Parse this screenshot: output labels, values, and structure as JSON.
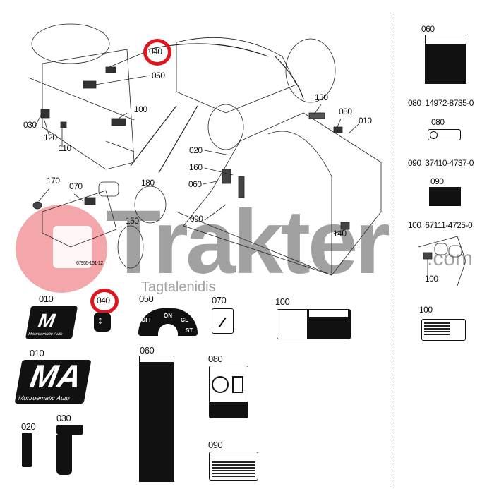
{
  "diagram": {
    "callouts": [
      "040",
      "050",
      "100",
      "030",
      "120",
      "110",
      "130",
      "080",
      "010",
      "020",
      "160",
      "060",
      "090",
      "140",
      "170",
      "070",
      "180",
      "150"
    ],
    "drawing_code": "67955-151-12",
    "highlighted_part": "040"
  },
  "right_column": {
    "sticker_060_label": "060",
    "part_080": "080  14972-8735-0",
    "sticker_080_label": "080",
    "part_090": "090  37410-4737-0",
    "sticker_090_label": "090",
    "part_100": "100  67111-4725-0",
    "detail_100_label": "100",
    "sticker_100_label": "100"
  },
  "stickers": {
    "s010_small": {
      "label": "010",
      "text": "Monroematic Auto"
    },
    "s040": {
      "label": "040"
    },
    "s050": {
      "label": "050",
      "positions": [
        "OFF",
        "ON",
        "GL",
        "ST"
      ]
    },
    "s070": {
      "label": "070"
    },
    "s100": {
      "label": "100"
    },
    "s010_large": {
      "label": "010",
      "logo": "MA",
      "text": "Monroematic Auto"
    },
    "s060": {
      "label": "060"
    },
    "s080": {
      "label": "080"
    },
    "s020": {
      "label": "020"
    },
    "s030": {
      "label": "030"
    },
    "s090": {
      "label": "090"
    }
  },
  "watermark": {
    "brand": "Trakter",
    "suffix": ".com",
    "sub": "Tagtalenidis"
  },
  "colors": {
    "highlight": "#e0141c",
    "watermark_gray": "#8a8a8a",
    "watermark_red": "#f08a8e"
  }
}
